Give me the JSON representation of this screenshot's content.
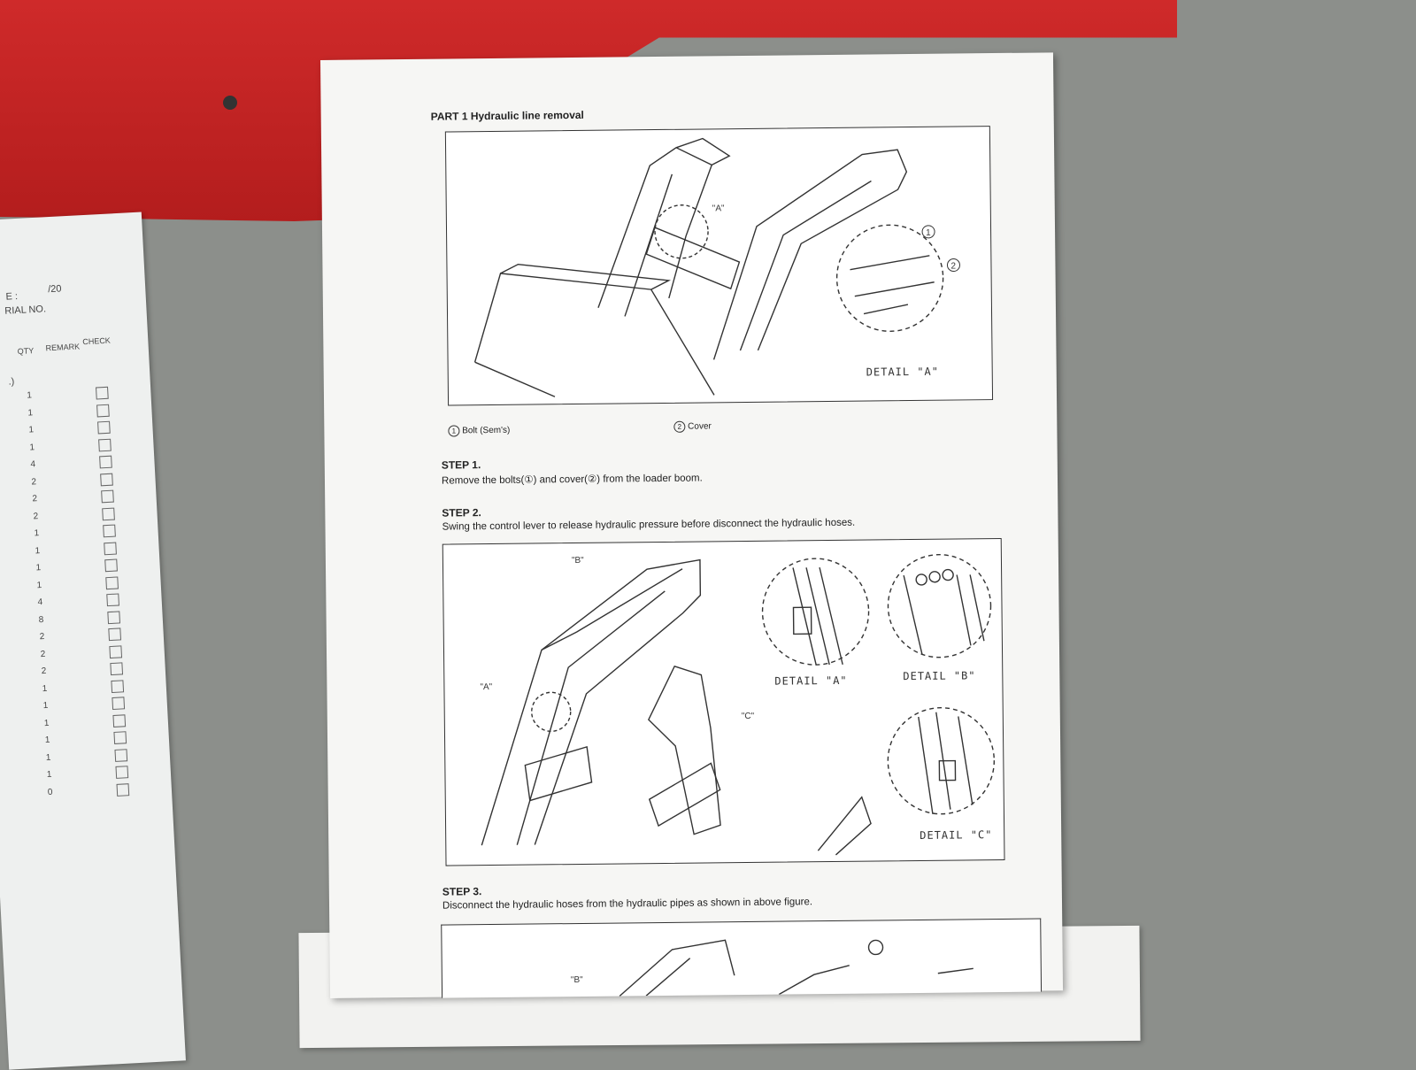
{
  "document": {
    "part_title": "PART 1 Hydraulic line removal",
    "fig1": {
      "ref_a": "\"A\"",
      "callout_1": "1",
      "callout_2": "2",
      "detail_label": "DETAIL \"A\""
    },
    "captions": {
      "bolt_num": "1",
      "bolt": "Bolt (Sem's)",
      "cover_num": "2",
      "cover": "Cover"
    },
    "step1": {
      "title": "STEP 1.",
      "text": "Remove the bolts(①) and cover(②) from the loader boom."
    },
    "step2": {
      "title": "STEP 2.",
      "text": "Swing the control lever to release hydraulic pressure before disconnect the hydraulic hoses."
    },
    "fig2": {
      "ref_a": "\"A\"",
      "ref_b": "\"B\"",
      "ref_c": "\"C\"",
      "detail_a": "DETAIL \"A\"",
      "detail_b": "DETAIL \"B\"",
      "detail_c": "DETAIL \"C\""
    },
    "step3": {
      "title": "STEP 3.",
      "text": "Disconnect the hydraulic hoses from the hydraulic pipes as shown in above figure."
    },
    "fig3": {
      "ref_b": "\"B\""
    }
  },
  "checklist": {
    "date_fragment": "E :",
    "date_value": "/20",
    "serial": "RIAL NO.",
    "col_qty": "QTY",
    "col_remark": "REMARK",
    "col_check": "CHECK",
    "row_marker": ".)",
    "qty_values": [
      "1",
      "1",
      "1",
      "1",
      "4",
      "2",
      "2",
      "2",
      "1",
      "1",
      "1",
      "1",
      "4",
      "8",
      "2",
      "2",
      "2",
      "1",
      "1",
      "1",
      "1",
      "1",
      "1",
      "0"
    ]
  },
  "colors": {
    "red_panel": "#c42424",
    "table_gray": "#8c8f8b",
    "paper": "#f6f6f4"
  }
}
